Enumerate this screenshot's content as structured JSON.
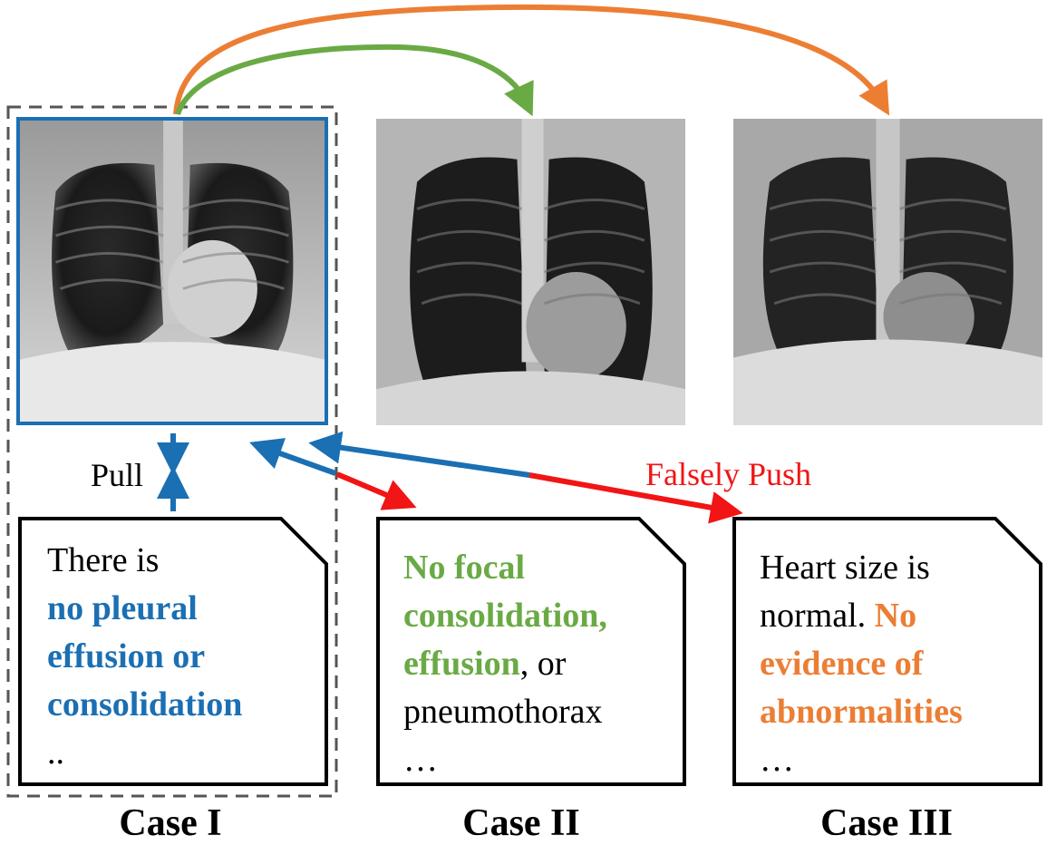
{
  "labels": {
    "pull": "Pull",
    "falsely_push": "Falsely Push"
  },
  "cases": [
    {
      "label": "Case I",
      "report": [
        {
          "text": "There is",
          "style": "plain",
          "br": true
        },
        {
          "text": "no pleural",
          "style": "blue",
          "br": true
        },
        {
          "text": "effusion or",
          "style": "blue",
          "br": true
        },
        {
          "text": "consolidation",
          "style": "blue",
          "br": true
        },
        {
          "text": "..",
          "style": "plain",
          "br": false
        }
      ]
    },
    {
      "label": "Case II",
      "report": [
        {
          "text": "No focal",
          "style": "green",
          "br": true
        },
        {
          "text": "consolidation,",
          "style": "green",
          "br": true
        },
        {
          "text": "effusion",
          "style": "green",
          "br": false
        },
        {
          "text": ", or",
          "style": "plain",
          "br": true
        },
        {
          "text": "pneumothorax",
          "style": "plain",
          "br": true
        },
        {
          "text": "…",
          "style": "plain",
          "br": false
        }
      ]
    },
    {
      "label": "Case III",
      "report": [
        {
          "text": "Heart size is",
          "style": "plain",
          "br": true
        },
        {
          "text": "normal. ",
          "style": "plain",
          "br": false
        },
        {
          "text": "No",
          "style": "orange",
          "br": true
        },
        {
          "text": "evidence of",
          "style": "orange",
          "br": true
        },
        {
          "text": "abnormalities",
          "style": "orange",
          "br": true
        },
        {
          "text": "…",
          "style": "plain",
          "br": false
        }
      ]
    }
  ],
  "colors": {
    "blue": "#1b6fb3",
    "green": "#6aaa45",
    "orange": "#ec7e34",
    "red": "#f11515",
    "dashed": "#555555"
  },
  "icons": [
    "chest-xray-image",
    "report-document-icon"
  ]
}
